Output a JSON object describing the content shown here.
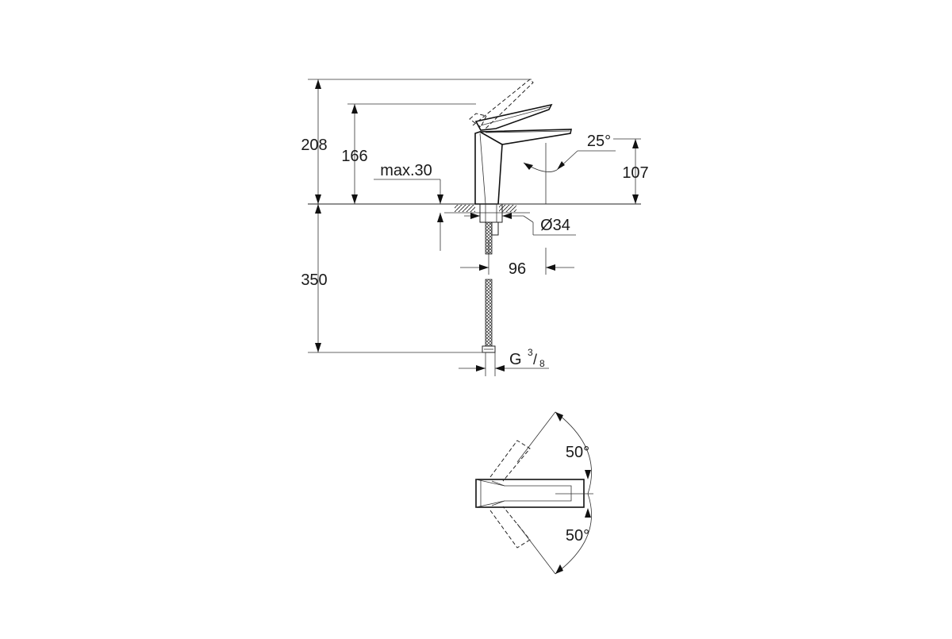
{
  "dimensions": {
    "total_height": "208",
    "spout_height": "166",
    "max_thickness": "max.30",
    "swivel_angle": "25°",
    "spout_outlet_height": "107",
    "base_diameter": "Ø34",
    "hose_length": "350",
    "projection": "96",
    "connection_thread": "G",
    "thread_numerator": "3",
    "thread_denominator": "8"
  },
  "plan_view": {
    "rotation_left": "50°",
    "rotation_right": "50°"
  }
}
